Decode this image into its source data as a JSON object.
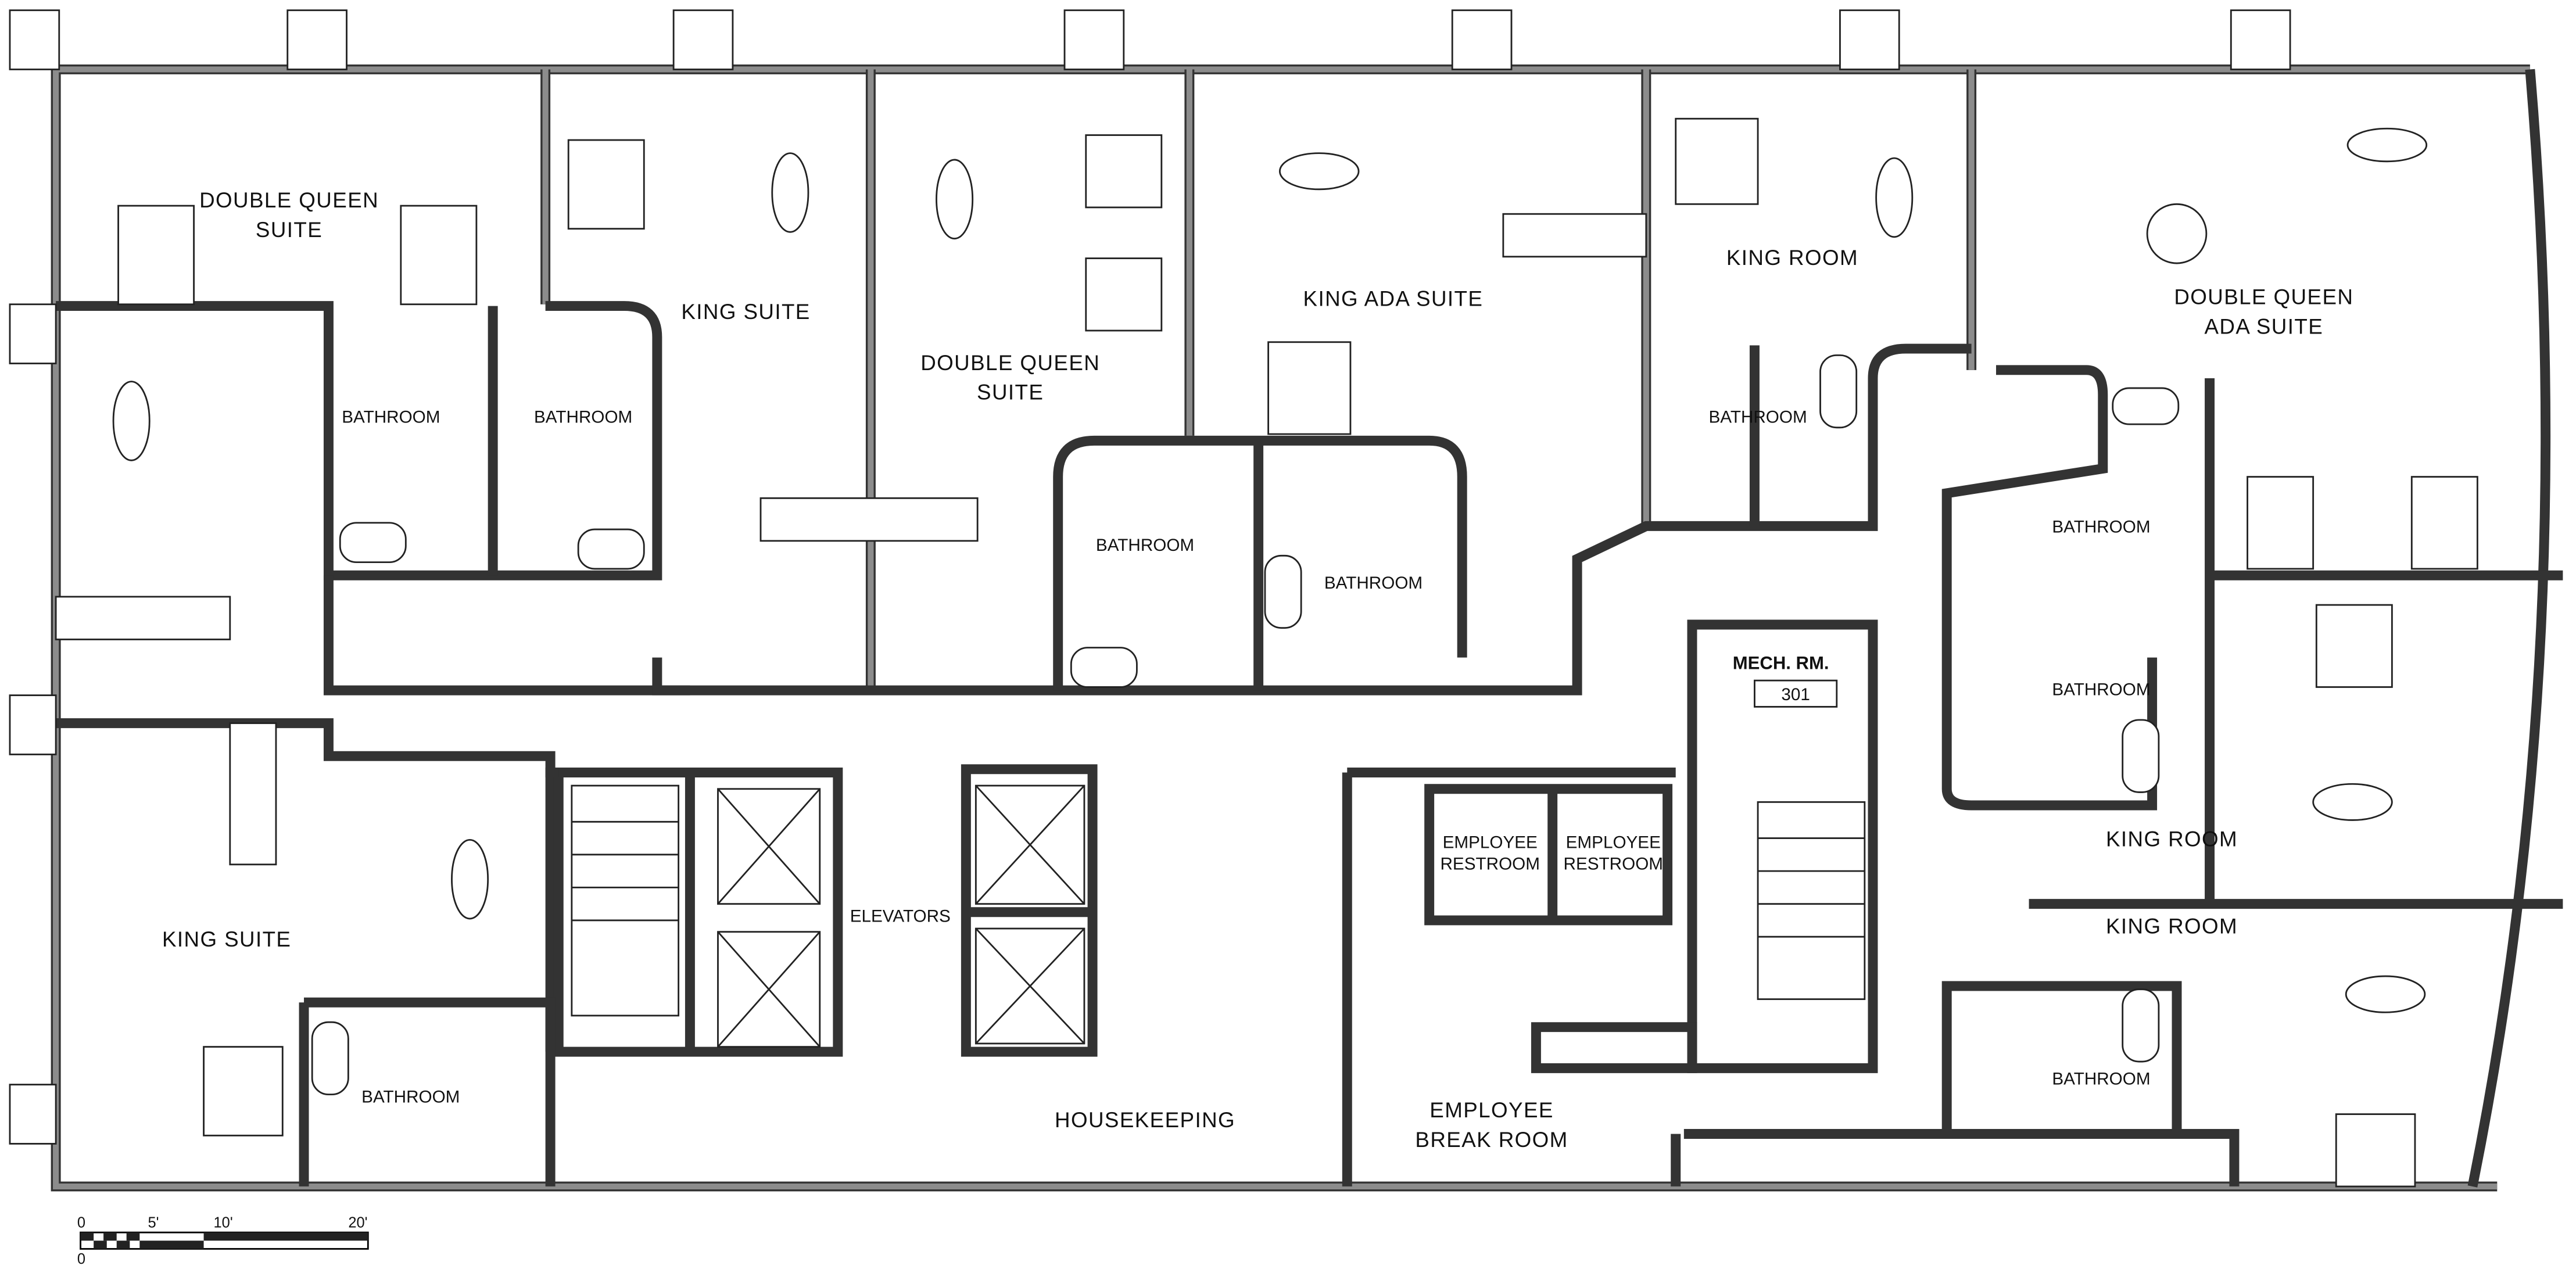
{
  "rooms": {
    "double_queen_suite_nw": [
      "DOUBLE QUEEN",
      "SUITE"
    ],
    "king_suite_north": "KING SUITE",
    "double_queen_suite_north": [
      "DOUBLE QUEEN",
      "SUITE"
    ],
    "king_ada_suite": "KING ADA SUITE",
    "king_room_north": "KING ROOM",
    "double_queen_ada_suite": [
      "DOUBLE QUEEN",
      "ADA SUITE"
    ],
    "king_suite_west": "KING SUITE",
    "king_room_east_1": "KING ROOM",
    "king_room_east_2": "KING ROOM",
    "elevators": "ELEVATORS",
    "housekeeping": "HOUSEKEEPING",
    "employee_break_room": [
      "EMPLOYEE",
      "BREAK ROOM"
    ],
    "employee_restroom_1": [
      "EMPLOYEE",
      "RESTROOM"
    ],
    "employee_restroom_2": [
      "EMPLOYEE",
      "RESTROOM"
    ],
    "mech_room": {
      "label": "MECH. RM.",
      "number": "301"
    },
    "bathroom": "BATHROOM"
  },
  "scale_bar": {
    "ticks": [
      "0",
      "5'",
      "10'",
      "20'"
    ],
    "lower": "0"
  },
  "colors": {
    "wall": "#333333",
    "wall_fill": "#8c8c8c",
    "line": "#222222"
  }
}
